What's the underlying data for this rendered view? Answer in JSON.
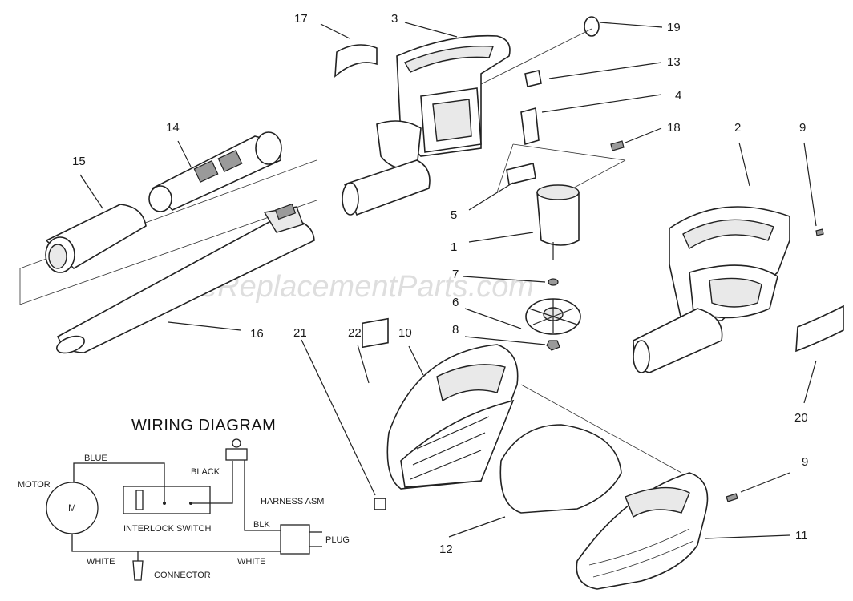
{
  "watermark": "eReplacementParts.com",
  "callouts": {
    "n1": "1",
    "n2": "2",
    "n3": "3",
    "n4": "4",
    "n5": "5",
    "n6": "6",
    "n7": "7",
    "n8": "8",
    "n9a": "9",
    "n9b": "9",
    "n10": "10",
    "n11": "11",
    "n12": "12",
    "n13": "13",
    "n14": "14",
    "n15": "15",
    "n16": "16",
    "n17": "17",
    "n18": "18",
    "n19": "19",
    "n20": "20",
    "n21": "21",
    "n22": "22"
  },
  "wiring": {
    "title": "WIRING DIAGRAM",
    "motor": "MOTOR",
    "motor_symbol": "M",
    "blue": "BLUE",
    "black": "BLACK",
    "harness": "HARNESS ASM",
    "blk": "BLK",
    "plug": "PLUG",
    "interlock": "INTERLOCK SWITCH",
    "white_left": "WHITE",
    "white_right": "WHITE",
    "connector": "CONNECTOR"
  }
}
